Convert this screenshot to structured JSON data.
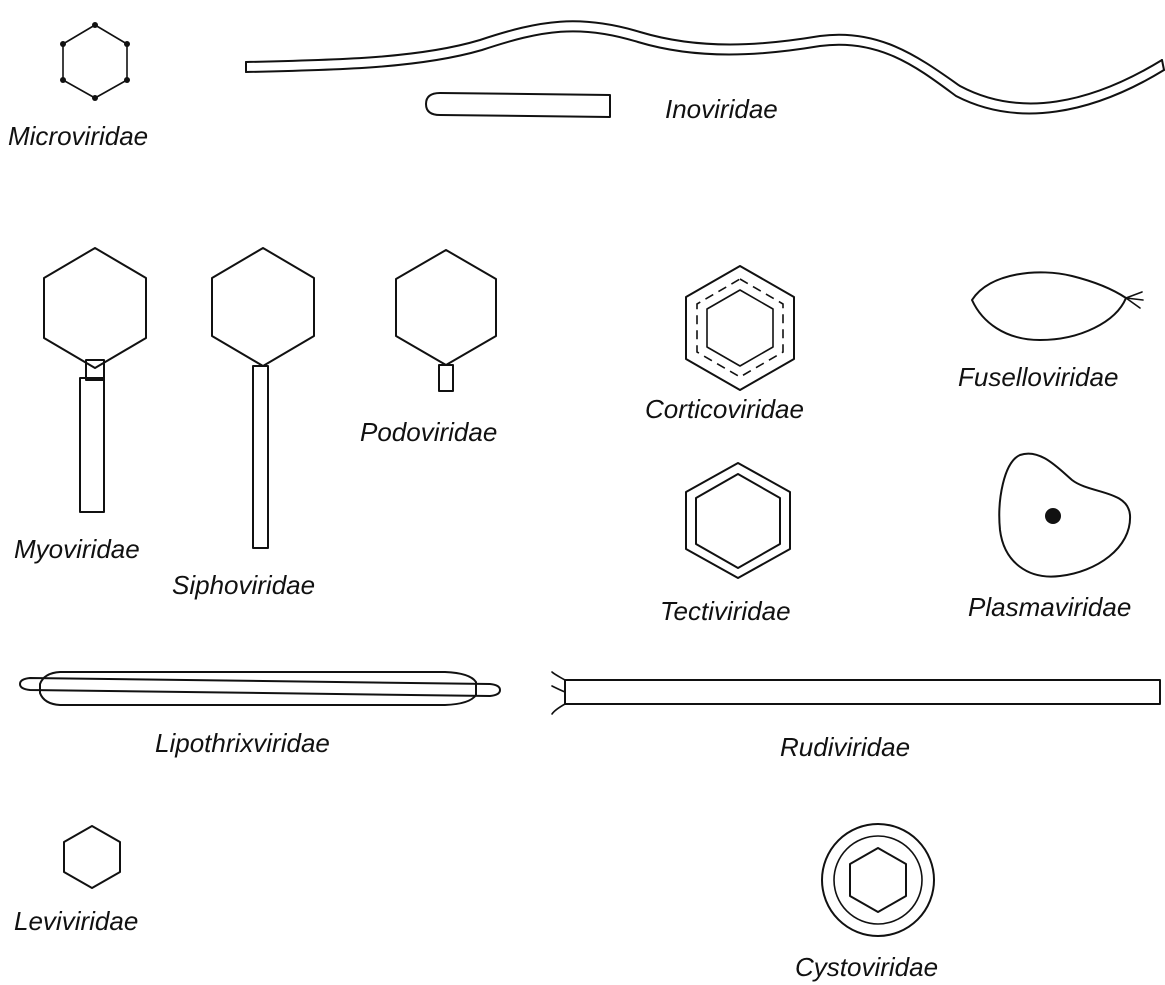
{
  "labels": {
    "microviridae": "Microviridae",
    "inoviridae": "Inoviridae",
    "myoviridae": "Myoviridae",
    "siphoviridae": "Siphoviridae",
    "podoviridae": "Podoviridae",
    "corticoviridae": "Corticoviridae",
    "fuselloviridae": "Fuselloviridae",
    "tectiviridae": "Tectiviridae",
    "plasmaviridae": "Plasmaviridae",
    "lipothrixviridae": "Lipothrixviridae",
    "rudiviridae": "Rudiviridae",
    "leviviridae": "Leviviridae",
    "cystoviridae": "Cystoviridae"
  },
  "colors": {
    "ink": "#111111",
    "background": "#ffffff"
  }
}
